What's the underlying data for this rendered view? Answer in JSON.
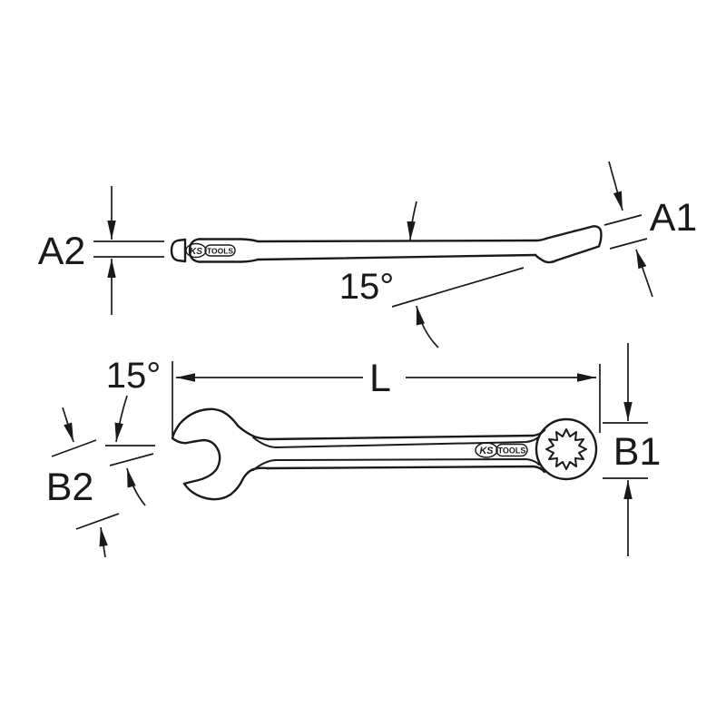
{
  "drawing": {
    "background_color": "#ffffff",
    "line_color": "#1a1a1a",
    "side_view": {
      "label_a2": "A2",
      "label_a1": "A1",
      "label_angle": "15°",
      "logo": {
        "ks": "KS",
        "tools": "TOOLS"
      }
    },
    "top_view": {
      "label_angle": "15°",
      "label_length": "L",
      "label_b1": "B1",
      "label_b2": "B2",
      "logo": {
        "ks": "KS",
        "tools": "TOOLS"
      }
    }
  }
}
